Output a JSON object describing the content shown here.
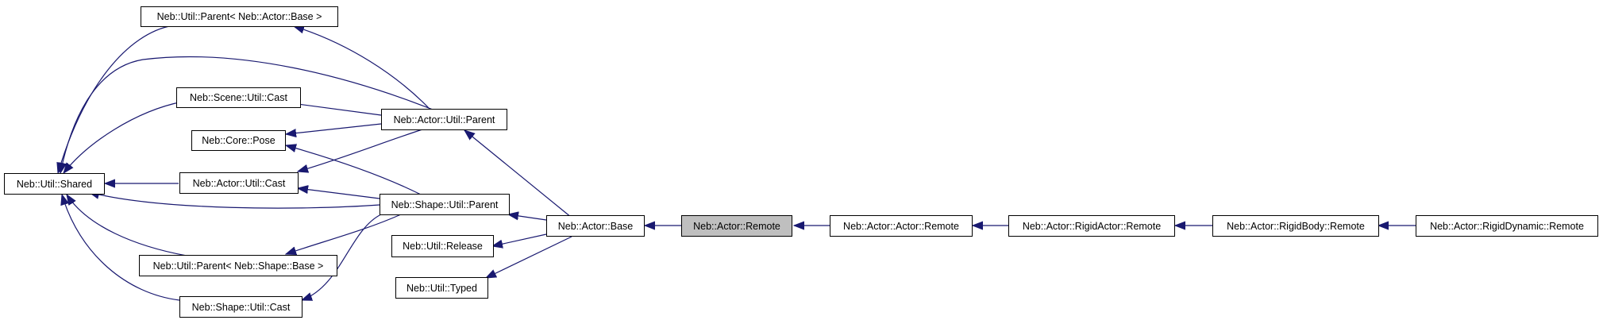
{
  "colors": {
    "edge": "#191970",
    "current_fill": "#bfbfbf",
    "node_border": "#000000"
  },
  "nodes": {
    "util_shared": "Neb::Util::Shared",
    "parent_actor_base": "Neb::Util::Parent< Neb::Actor::Base >",
    "scene_util_cast": "Neb::Scene::Util::Cast",
    "core_pose": "Neb::Core::Pose",
    "actor_util_cast": "Neb::Actor::Util::Cast",
    "parent_shape_base": "Neb::Util::Parent< Neb::Shape::Base >",
    "shape_util_cast": "Neb::Shape::Util::Cast",
    "actor_util_parent": "Neb::Actor::Util::Parent",
    "shape_util_parent": "Neb::Shape::Util::Parent",
    "util_release": "Neb::Util::Release",
    "util_typed": "Neb::Util::Typed",
    "actor_base": "Neb::Actor::Base",
    "actor_remote": "Neb::Actor::Remote",
    "actor_actor_remote": "Neb::Actor::Actor::Remote",
    "rigidactor_remote": "Neb::Actor::RigidActor::Remote",
    "rigidbody_remote": "Neb::Actor::RigidBody::Remote",
    "rigiddynamic_remote": "Neb::Actor::RigidDynamic::Remote"
  }
}
